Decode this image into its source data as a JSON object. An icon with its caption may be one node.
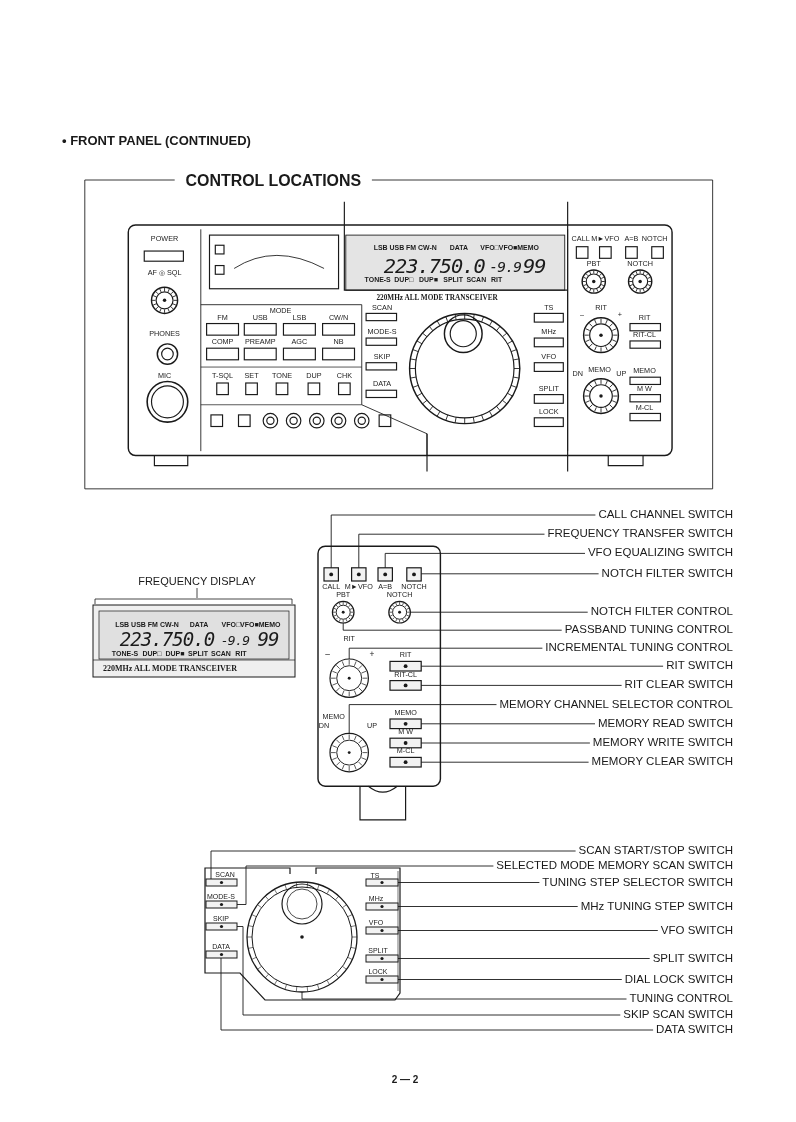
{
  "diagram": {
    "title": "• FRONT PANEL (CONTINUED)",
    "nodes": [
      {
        "text": [
          "CALL CHANNEL SWITCH"
        ]
      },
      {
        "text": [],
        "shape": "box"
      },
      {
        "text": [
          "FREQUENCY TRANSFER SWITCH"
        ]
      },
      {
        "text": [],
        "shape": "box"
      },
      {
        "text": [
          "VFO EQUALIZING SWITCH"
        ]
      },
      {
        "text": [],
        "shape": "box"
      },
      {
        "text": [
          "NOTCH FILTER SWITCH"
        ]
      },
      {
        "text": [],
        "shape": "box"
      },
      {
        "text": [
          "NOTCH FILTER CONTROL"
        ]
      },
      {
        "text": [],
        "shape": "circle"
      },
      {
        "text": [
          "PASSBAND TUNING CONTROL"
        ]
      },
      {
        "text": [],
        "shape": "circle"
      },
      {
        "text": [
          "INCREMENTAL TUNING CONTROL"
        ]
      },
      {
        "text": [],
        "shape": "circle"
      },
      {
        "text": [
          "RIT SWITCH"
        ]
      },
      {
        "text": [],
        "shape": "box"
      },
      {
        "text": [
          "RIT CLEAR SWITCH"
        ]
      },
      {
        "text": [],
        "shape": "box"
      },
      {
        "text": [
          "MEMORY CHANNEL SELECTOR CONTROL"
        ]
      },
      {
        "text": [],
        "shape": "circle"
      },
      {
        "text": [
          "MEMORY READ SWITCH"
        ]
      },
      {
        "text": [],
        "shape": "box"
      },
      {
        "text": [
          "MEMORY WRITE SWITCH"
        ]
      },
      {
        "text": [],
        "shape": "box"
      },
      {
        "text": [
          "MEMORY CLEAR SWITCH"
        ]
      },
      {
        "text": [],
        "shape": "box"
      },
      {
        "text": [
          "SCAN START/STOP SWITCH"
        ]
      },
      {
        "text": [],
        "shape": "box"
      },
      {
        "text": [
          "SELECTED MODE MEMORY SCAN SWITCH"
        ]
      },
      {
        "text": [],
        "shape": "box"
      },
      {
        "text": [
          "TUNING STEP SELECTOR SWITCH"
        ]
      },
      {
        "text": [],
        "shape": "box"
      },
      {
        "text": [
          "MHz TUNING STEP SWITCH"
        ]
      },
      {
        "text": [],
        "shape": "box"
      },
      {
        "text": [
          "VFO SWITCH"
        ]
      },
      {
        "text": [],
        "shape": "box"
      },
      {
        "text": [
          "SPLIT SWITCH"
        ]
      },
      {
        "text": [],
        "shape": "box"
      },
      {
        "text": [
          "DIAL LOCK SWITCH"
        ]
      },
      {
        "text": [],
        "shape": "box"
      },
      {
        "text": [
          "TUNING CONTROL"
        ]
      },
      {
        "text": [],
        "shape": "circle"
      },
      {
        "text": [
          "SKIP SCAN SWITCH"
        ]
      },
      {
        "text": [],
        "shape": "box"
      },
      {
        "text": [
          "DATA SWITCH"
        ]
      },
      {
        "text": [],
        "shape": "box"
      }
    ],
    "edges": [
      {
        "from": 0,
        "to": 1,
        "arrow": "none"
      },
      {
        "from": 2,
        "to": 3,
        "arrow": "none"
      },
      {
        "from": 4,
        "to": 5,
        "arrow": "none"
      },
      {
        "from": 6,
        "to": 7,
        "arrow": "none"
      },
      {
        "from": 8,
        "to": 9,
        "arrow": "none"
      },
      {
        "from": 10,
        "to": 11,
        "arrow": "none"
      },
      {
        "from": 12,
        "to": 13,
        "arrow": "none"
      },
      {
        "from": 14,
        "to": 15,
        "arrow": "none"
      },
      {
        "from": 16,
        "to": 17,
        "arrow": "none"
      },
      {
        "from": 18,
        "to": 19,
        "arrow": "none"
      },
      {
        "from": 20,
        "to": 21,
        "arrow": "none"
      },
      {
        "from": 22,
        "to": 23,
        "arrow": "none"
      },
      {
        "from": 24,
        "to": 25,
        "arrow": "none"
      },
      {
        "from": 26,
        "to": 27,
        "arrow": "none"
      },
      {
        "from": 28,
        "to": 29,
        "arrow": "none"
      },
      {
        "from": 30,
        "to": 31,
        "arrow": "none"
      },
      {
        "from": 32,
        "to": 33,
        "arrow": "none"
      },
      {
        "from": 34,
        "to": 35,
        "arrow": "none"
      },
      {
        "from": 36,
        "to": 37,
        "arrow": "none"
      },
      {
        "from": 38,
        "to": 39,
        "arrow": "none"
      },
      {
        "from": 40,
        "to": 41,
        "arrow": "none"
      },
      {
        "from": 42,
        "to": 43,
        "arrow": "none"
      },
      {
        "from": 44,
        "to": 45,
        "arrow": "none"
      }
    ],
    "labels": [
      "CONTROL LOCATIONS",
      "POWER",
      "AF ◎ SQL",
      "PHONES",
      "MIC",
      "LSB USB FM CW-N",
      "DATA",
      "VFO□VFO■MEMO",
      "223.750.0",
      "-9.9",
      "99",
      "TONE-S",
      "DUP□",
      "DUP■",
      "SPLIT",
      "SCAN",
      "RIT",
      "220MHz ALL MODE TRANSCEIVER",
      "MODE",
      "FM",
      "USB",
      "LSB",
      "CW/N",
      "COMP",
      "PREAMP",
      "AGC",
      "NB",
      "T-SQL",
      "SET",
      "TONE",
      "DUP",
      "CHK",
      "SCAN",
      "MODE-S",
      "SKIP",
      "DATA",
      "TS",
      "MHz",
      "VFO",
      "SPLIT",
      "LOCK",
      "CALL",
      "M►VFO",
      "A=B",
      "NOTCH",
      "PBT",
      "NOTCH",
      "RIT",
      "–",
      "+",
      "RIT",
      "RIT-CL",
      "DN",
      "MEMO",
      "UP",
      "MEMO",
      "M W",
      "M-CL",
      "FREQUENCY DISPLAY",
      "LSB USB FM CW-N",
      "DATA",
      "VFO□VFO■MEMO",
      "223.750.0",
      "-9.9",
      "99",
      "TONE-S",
      "DUP□",
      "DUP■",
      "SPLIT",
      "SCAN",
      "RIT",
      "220MHz ALL MODE TRANSCEIVER",
      "CALL",
      "M►VFO",
      "A=B",
      "NOTCH",
      "PBT",
      "NOTCH",
      "RIT",
      "–",
      "+",
      "RIT",
      "RIT-CL",
      "DN",
      "MEMO",
      "UP",
      "MEMO",
      "M W",
      "M-CL",
      "SCAN",
      "MODE-S",
      "SKIP",
      "DATA",
      "TS",
      "MHz",
      "VFO",
      "SPLIT",
      "LOCK",
      "2 — 2"
    ]
  }
}
